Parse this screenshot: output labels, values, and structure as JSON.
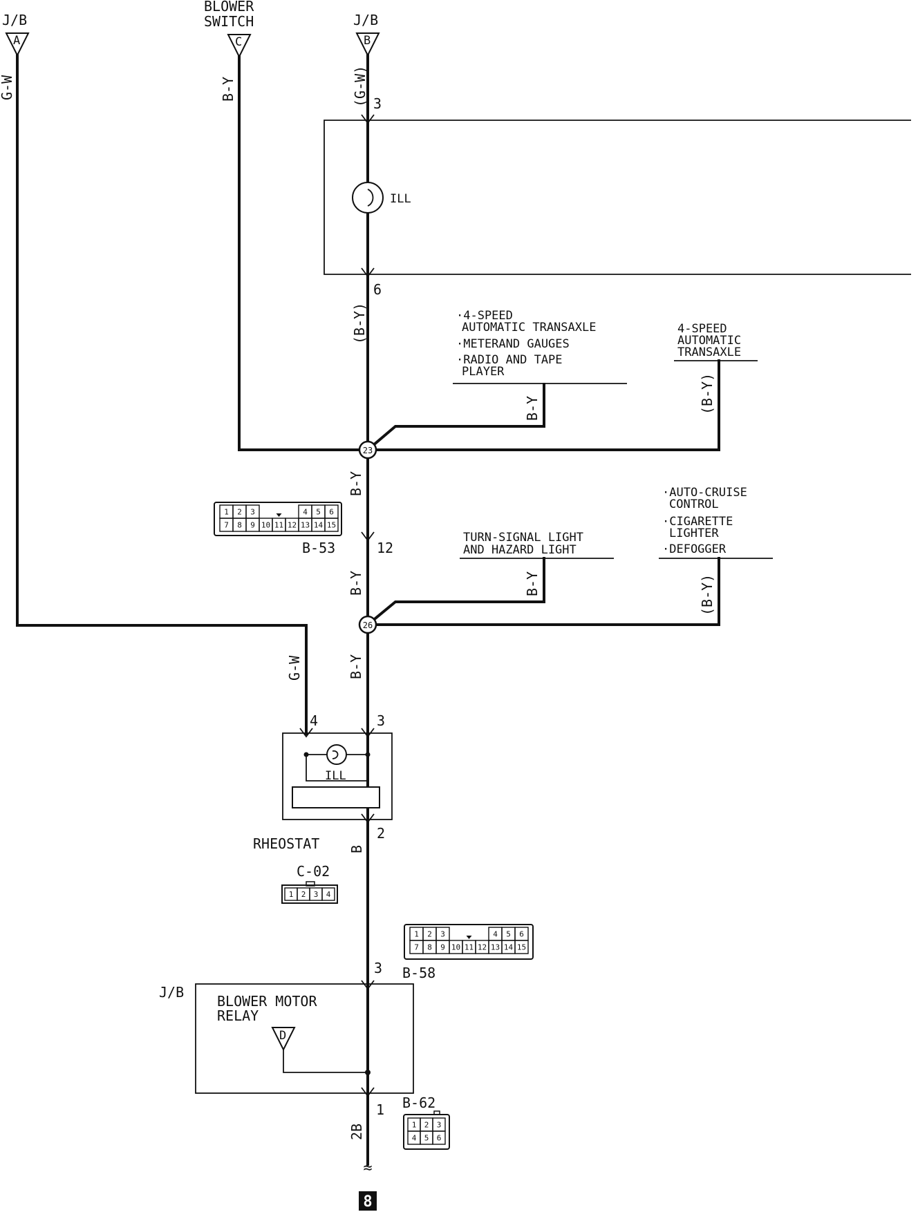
{
  "terminals": {
    "jb_a": {
      "title": "J/B",
      "letter": "A",
      "wire": "G-W"
    },
    "blower_switch": {
      "title_line1": "BLOWER",
      "title_line2": "SWITCH",
      "letter": "C",
      "wire": "B-Y"
    },
    "jb_b": {
      "title": "J/B",
      "letter": "B",
      "wire": "(G-W)"
    }
  },
  "illum_box": {
    "pin_top": "3",
    "pin_bottom": "6",
    "lamp_label": "ILL"
  },
  "wires": {
    "main_upper": "(B-Y)",
    "branch1": "B-Y",
    "branch2": "(B-Y)",
    "main_mid": "B-Y",
    "main_mid2": "B-Y",
    "branch3": "B-Y",
    "branch4": "(B-Y)",
    "gw_lower": "G-W",
    "main_lower": "B-Y",
    "rheostat_out": "B",
    "relay_out": "2B"
  },
  "destinations": {
    "group1": [
      "·4-SPEED",
      "AUTOMATIC TRANSAXLE",
      "·METERAND GAUGES",
      "·RADIO AND TAPE",
      "PLAYER"
    ],
    "group2": [
      "4-SPEED",
      "AUTOMATIC",
      "TRANSAXLE"
    ],
    "group3": [
      "TURN-SIGNAL LIGHT",
      "AND HAZARD LIGHT"
    ],
    "group4": [
      "·AUTO-CRUISE",
      "CONTROL",
      "·CIGARETTE",
      "LIGHTER",
      "·DEFOGGER"
    ]
  },
  "junctions": {
    "j1": "23",
    "j2": "26"
  },
  "connectors": {
    "b53": {
      "label": "B-53",
      "pin": "12",
      "row1": [
        "1",
        "2",
        "3",
        "4",
        "5",
        "6"
      ],
      "row2": [
        "7",
        "8",
        "9",
        "10",
        "11",
        "12",
        "13",
        "14",
        "15"
      ]
    },
    "c02": {
      "label": "C-02",
      "cells": [
        "1",
        "2",
        "3",
        "4"
      ]
    },
    "b58": {
      "label": "B-58",
      "pin": "3",
      "row1": [
        "1",
        "2",
        "3",
        "4",
        "5",
        "6"
      ],
      "row2": [
        "7",
        "8",
        "9",
        "10",
        "11",
        "12",
        "13",
        "14",
        "15"
      ]
    },
    "b62": {
      "label": "B-62",
      "pin": "1",
      "row1": [
        "1",
        "2",
        "3"
      ],
      "row2": [
        "4",
        "5",
        "6"
      ]
    }
  },
  "rheostat": {
    "label": "RHEOSTAT",
    "pin_left": "4",
    "pin_right": "3",
    "pin_bottom": "2",
    "lamp_label": "ILL"
  },
  "relay": {
    "jb_label": "J/B",
    "title_line1": "BLOWER MOTOR",
    "title_line2": "RELAY",
    "letter": "D"
  },
  "continuation": {
    "symbol": "≈",
    "ref": "8"
  }
}
